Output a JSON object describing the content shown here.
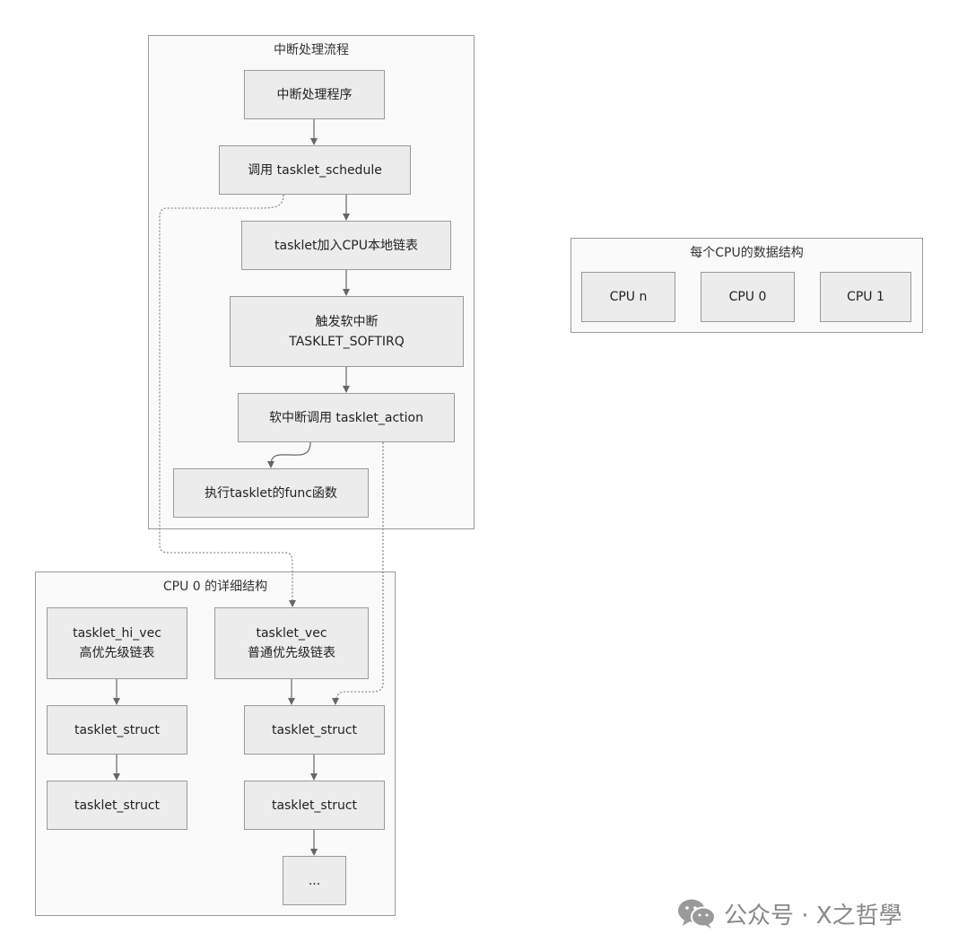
{
  "groups": {
    "interrupt_flow": {
      "title": "中断处理流程",
      "nodes": {
        "handler": "中断处理程序",
        "schedule": "调用 tasklet_schedule",
        "add_list": "tasklet加入CPU本地链表",
        "trigger_l1": "触发软中断",
        "trigger_l2": "TASKLET_SOFTIRQ",
        "action": "软中断调用 tasklet_action",
        "exec": "执行tasklet的func函数"
      }
    },
    "per_cpu": {
      "title": "每个CPU的数据结构",
      "nodes": {
        "cpu_n": "CPU n",
        "cpu_0": "CPU 0",
        "cpu_1": "CPU 1"
      }
    },
    "cpu0_detail": {
      "title": "CPU 0 的详细结构",
      "nodes": {
        "hi_vec_l1": "tasklet_hi_vec",
        "hi_vec_l2": "高优先级链表",
        "vec_l1": "tasklet_vec",
        "vec_l2": "普通优先级链表",
        "hi_struct_1": "tasklet_struct",
        "hi_struct_2": "tasklet_struct",
        "struct_1": "tasklet_struct",
        "struct_2": "tasklet_struct",
        "more": "..."
      }
    }
  },
  "watermark": {
    "text": "公众号 · X之哲學",
    "icon": "wechat-icon"
  },
  "colors": {
    "node_fill": "#ececec",
    "group_fill": "#fafafa",
    "border": "#9a9a9a",
    "edge": "#666666"
  }
}
